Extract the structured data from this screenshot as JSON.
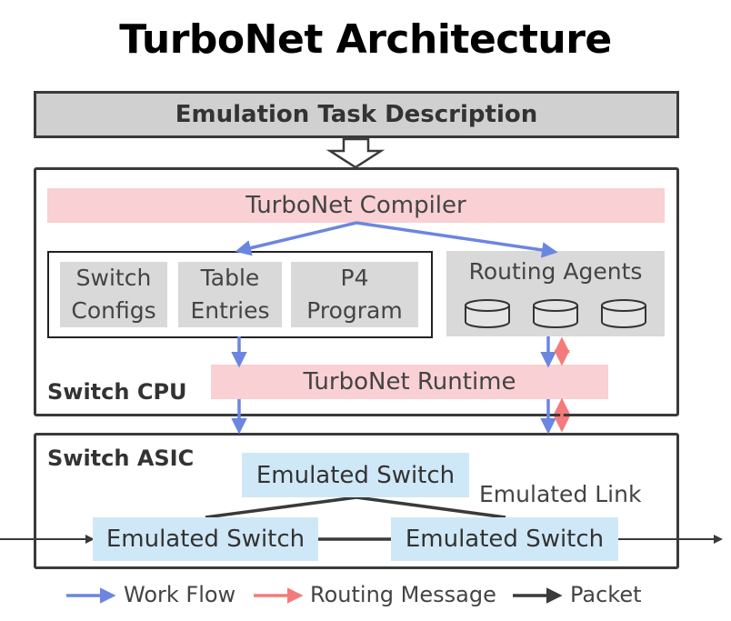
{
  "title": "TurboNet Architecture",
  "task_description": "Emulation Task Description",
  "switch_cpu": {
    "label": "Switch CPU",
    "compiler": "TurboNet Compiler",
    "runtime": "TurboNet Runtime",
    "configs": [
      "Switch Configs",
      "Table Entries",
      "P4 Program"
    ],
    "routing_agents": "Routing Agents"
  },
  "switch_asic": {
    "label": "Switch ASIC",
    "emulated_switches": [
      "Emulated Switch",
      "Emulated Switch",
      "Emulated Switch"
    ],
    "emulated_link": "Emulated Link"
  },
  "legend": [
    {
      "label": "Work Flow",
      "color": "#6b86e0"
    },
    {
      "label": "Routing Message",
      "color": "#f47b7b"
    },
    {
      "label": "Packet",
      "color": "#3a3a3a"
    }
  ]
}
